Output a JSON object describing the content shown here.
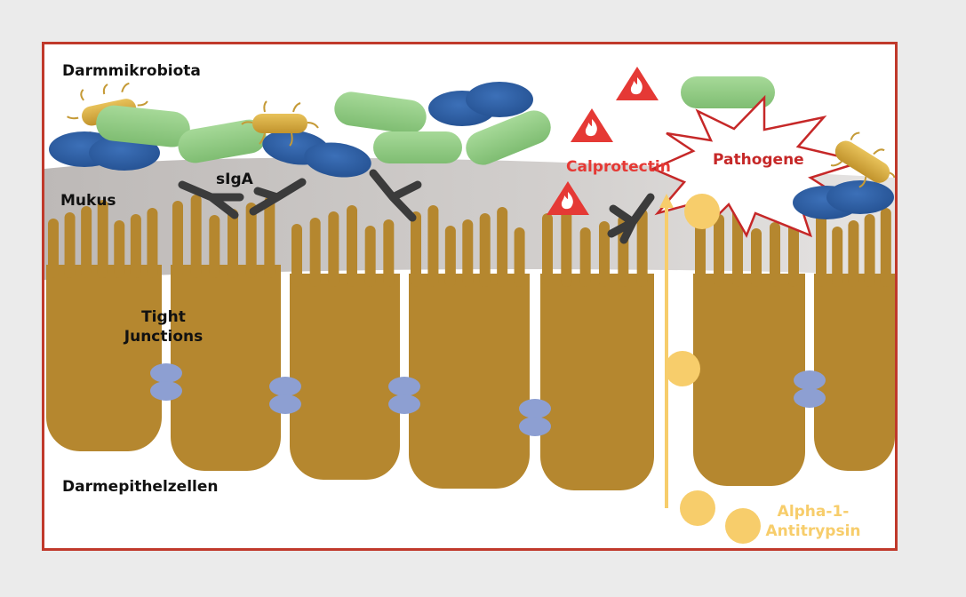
{
  "title": "Darmbarriere",
  "labels": {
    "microbiota": "Darmmikrobiota",
    "mucus": "Mukus",
    "siga": "sIgA",
    "tight_junctions_line1": "Tight",
    "tight_junctions_line2": "Junctions",
    "epithelium": "Darmepithelzellen",
    "calprotectin": "Calprotectin",
    "pathogens": "Pathogene",
    "a1at_line1": "Alpha-1-",
    "a1at_line2": "Antitrypsin"
  },
  "colors": {
    "frame": "#c0392b",
    "cell": "#b5872f",
    "mucus": "#c8c4c2",
    "tight_junction": "#8d9fd2",
    "green_bacterium": "#8fcb82",
    "blue_bacterium": "#2f5fa6",
    "gold_bacterium": "#d4a83c",
    "antibody": "#3b3b3b",
    "calprotectin": "#e53935",
    "pathogen_star": "#c62828",
    "alpha1_antitrypsin": "#f7cd6b"
  },
  "icons": {
    "calprotectin": "flame-warning-triangle-icon",
    "antibody": "y-antibody-icon",
    "pathogen": "starburst-icon",
    "transport": "up-arrow-icon"
  }
}
